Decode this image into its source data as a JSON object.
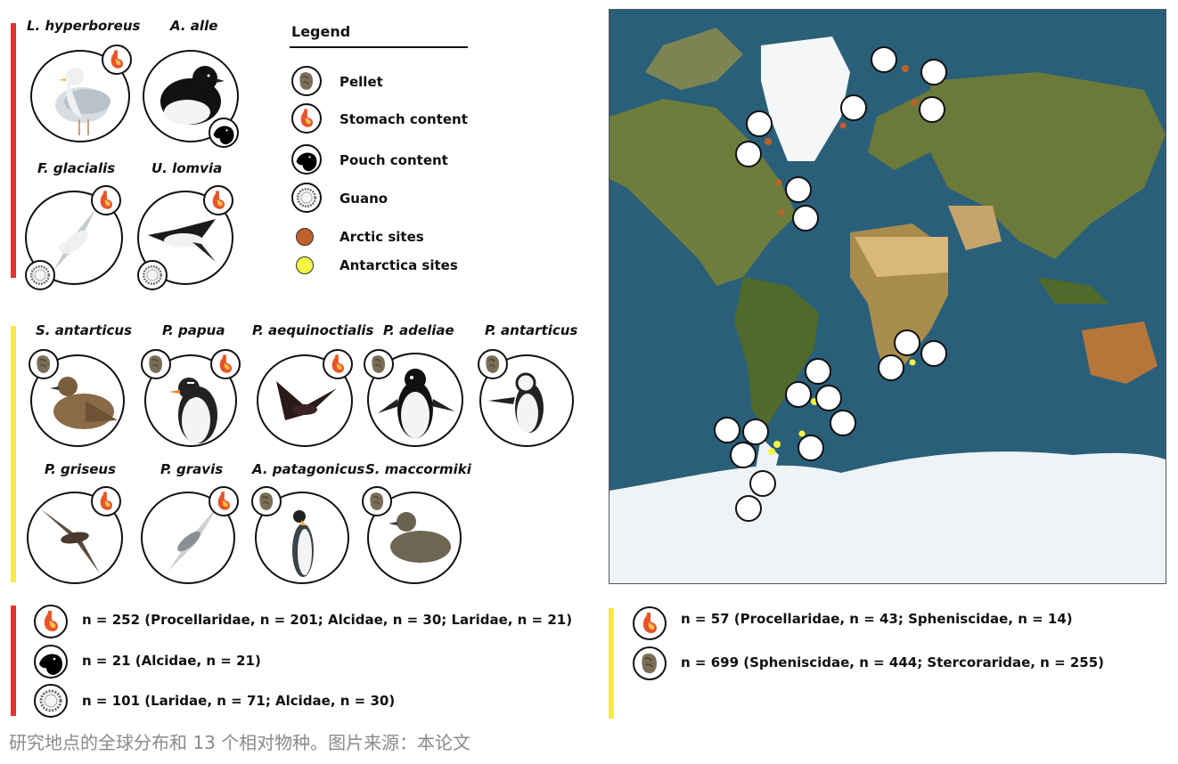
{
  "legend": {
    "title": "Legend",
    "items": [
      {
        "icon": "pellet-icon",
        "label": "Pellet"
      },
      {
        "icon": "stomach-icon",
        "label": "Stomach content"
      },
      {
        "icon": "pouch-icon",
        "label": "Pouch content"
      },
      {
        "icon": "guano-icon",
        "label": "Guano"
      },
      {
        "icon": "arctic-dot-icon",
        "label": "Arctic sites",
        "color": "#c0602a"
      },
      {
        "icon": "antarctic-dot-icon",
        "label": "Antarctica sites",
        "color": "#f5f542"
      }
    ]
  },
  "arctic_species": [
    {
      "name": "L. hyperboreus",
      "samples": [
        "stomach"
      ]
    },
    {
      "name": "A. alle",
      "samples": [
        "pouch"
      ]
    },
    {
      "name": "F. glacialis",
      "samples": [
        "stomach",
        "guano"
      ]
    },
    {
      "name": "U. lomvia",
      "samples": [
        "stomach",
        "guano"
      ]
    }
  ],
  "antarctic_species": [
    {
      "name": "S. antarticus",
      "samples": [
        "pellet"
      ]
    },
    {
      "name": "P. papua",
      "samples": [
        "pellet",
        "stomach"
      ]
    },
    {
      "name": "P. aequinoctialis",
      "samples": [
        "stomach"
      ]
    },
    {
      "name": "P. adeliae",
      "samples": [
        "pellet"
      ]
    },
    {
      "name": "P. antarticus",
      "samples": [
        "pellet"
      ]
    },
    {
      "name": "P. griseus",
      "samples": [
        "stomach"
      ]
    },
    {
      "name": "P. gravis",
      "samples": [
        "stomach"
      ]
    },
    {
      "name": "A. patagonicus",
      "samples": [
        "pellet"
      ]
    },
    {
      "name": "S. maccormiki",
      "samples": [
        "pellet"
      ]
    }
  ],
  "arctic_counts": [
    {
      "icon": "stomach-icon",
      "text": "n = 252 (Procellaridae, n = 201; Alcidae, n = 30; Laridae, n = 21)"
    },
    {
      "icon": "pouch-icon",
      "text": "n = 21 (Alcidae, n = 21)"
    },
    {
      "icon": "guano-icon",
      "text": "n = 101 (Laridae, n = 71; Alcidae, n = 30)"
    }
  ],
  "antarctic_counts": [
    {
      "icon": "stomach-icon",
      "text": "n = 57 (Procellaridae, n = 43; Spheniscidae, n = 14)"
    },
    {
      "icon": "pellet-icon",
      "text": "n = 699 (Spheniscidae, n = 444; Stercoraridae, n = 255)"
    }
  ],
  "colors": {
    "arctic_bar": "#e3342f",
    "antarctic_bar": "#f7ea48",
    "ocean": "#2a5f7a",
    "ice": "#eef3f5",
    "land": "#6b7a3a"
  },
  "caption": "研究地点的全球分布和 13 个相对物种。图片来源：本论文"
}
